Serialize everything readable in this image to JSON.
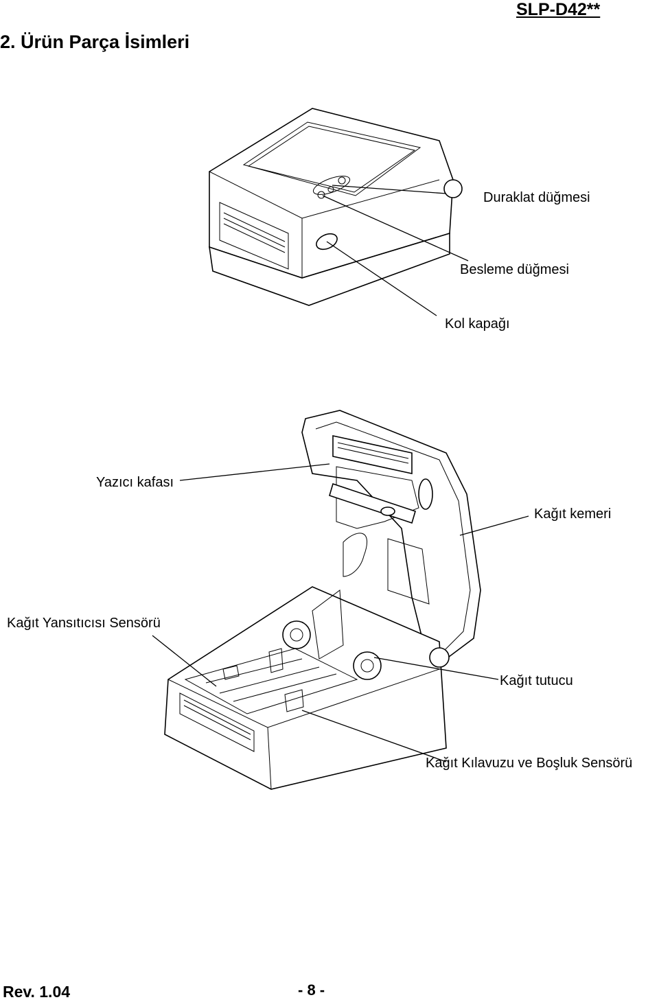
{
  "header": {
    "model": "SLP-D42**",
    "title": "2. Ürün Parça İsimleri"
  },
  "callouts": {
    "pause_button": "Duraklat düğmesi",
    "feed_button": "Besleme düğmesi",
    "lever_cover": "Kol kapağı",
    "print_head": "Yazıcı kafası",
    "paper_roller": "Kağıt kemeri",
    "reflective_sensor": "Kağıt Yansıtıcısı Sensörü",
    "paper_holder": "Kağıt tutucu",
    "guide_gap_sensor": "Kağıt Kılavuzu ve Boşluk Sensörü"
  },
  "footer": {
    "revision": "Rev. 1.04",
    "page": "- 8 -"
  }
}
